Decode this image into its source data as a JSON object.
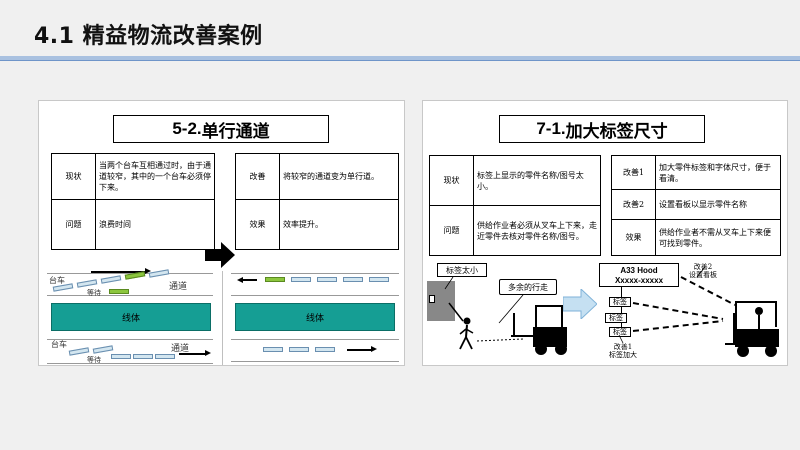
{
  "header": {
    "title": "4.1 精益物流改善案例"
  },
  "case1": {
    "title_num": "5-2.",
    "title_text": "单行通道",
    "left_table": [
      {
        "key": "现状",
        "value": "当两个台车互相通过时，由于通道较窄，其中的一个台车必须停下来。"
      },
      {
        "key": "问题",
        "value": "浪费时间"
      }
    ],
    "right_table": [
      {
        "key": "改善",
        "value": "将较窄的通道变为单行道。"
      },
      {
        "key": "效果",
        "value": "效率提升。"
      }
    ],
    "diagram": {
      "cart_label": "台车",
      "channel_label": "通道",
      "wait_label": "等待",
      "line_body_label": "线体"
    },
    "colors": {
      "line_body": "#159e94",
      "waiting_cart": "#8cc63e",
      "cart": "#d3e6f0"
    }
  },
  "case2": {
    "title_num": "7-1.",
    "title_text": "加大标签尺寸",
    "left_table": [
      {
        "key": "现状",
        "value": "标签上显示的零件名称/图号太小。"
      },
      {
        "key": "问题",
        "value": "供给作业者必须从叉车上下来，走近零件去核对零件名称/图号。"
      }
    ],
    "right_table": [
      {
        "key": "改善1",
        "value": "加大零件标签和字体尺寸，便于看清。"
      },
      {
        "key": "改善2",
        "value": "设置看板以显示零件名称"
      },
      {
        "key": "效果",
        "value": "供给作业者不需从叉车上下来便可找到零件。"
      }
    ],
    "diagram": {
      "callout_small_label": "标签太小",
      "callout_extra_walk": "多余的行走",
      "sign_line1": "A33  Hood",
      "sign_line2": "Xxxxx-xxxxx",
      "note2_line1": "改善2",
      "note2_line2": "设置看板",
      "note1_line1": "改善1",
      "note1_line2": "标签加大",
      "tag_label": "标签"
    }
  }
}
